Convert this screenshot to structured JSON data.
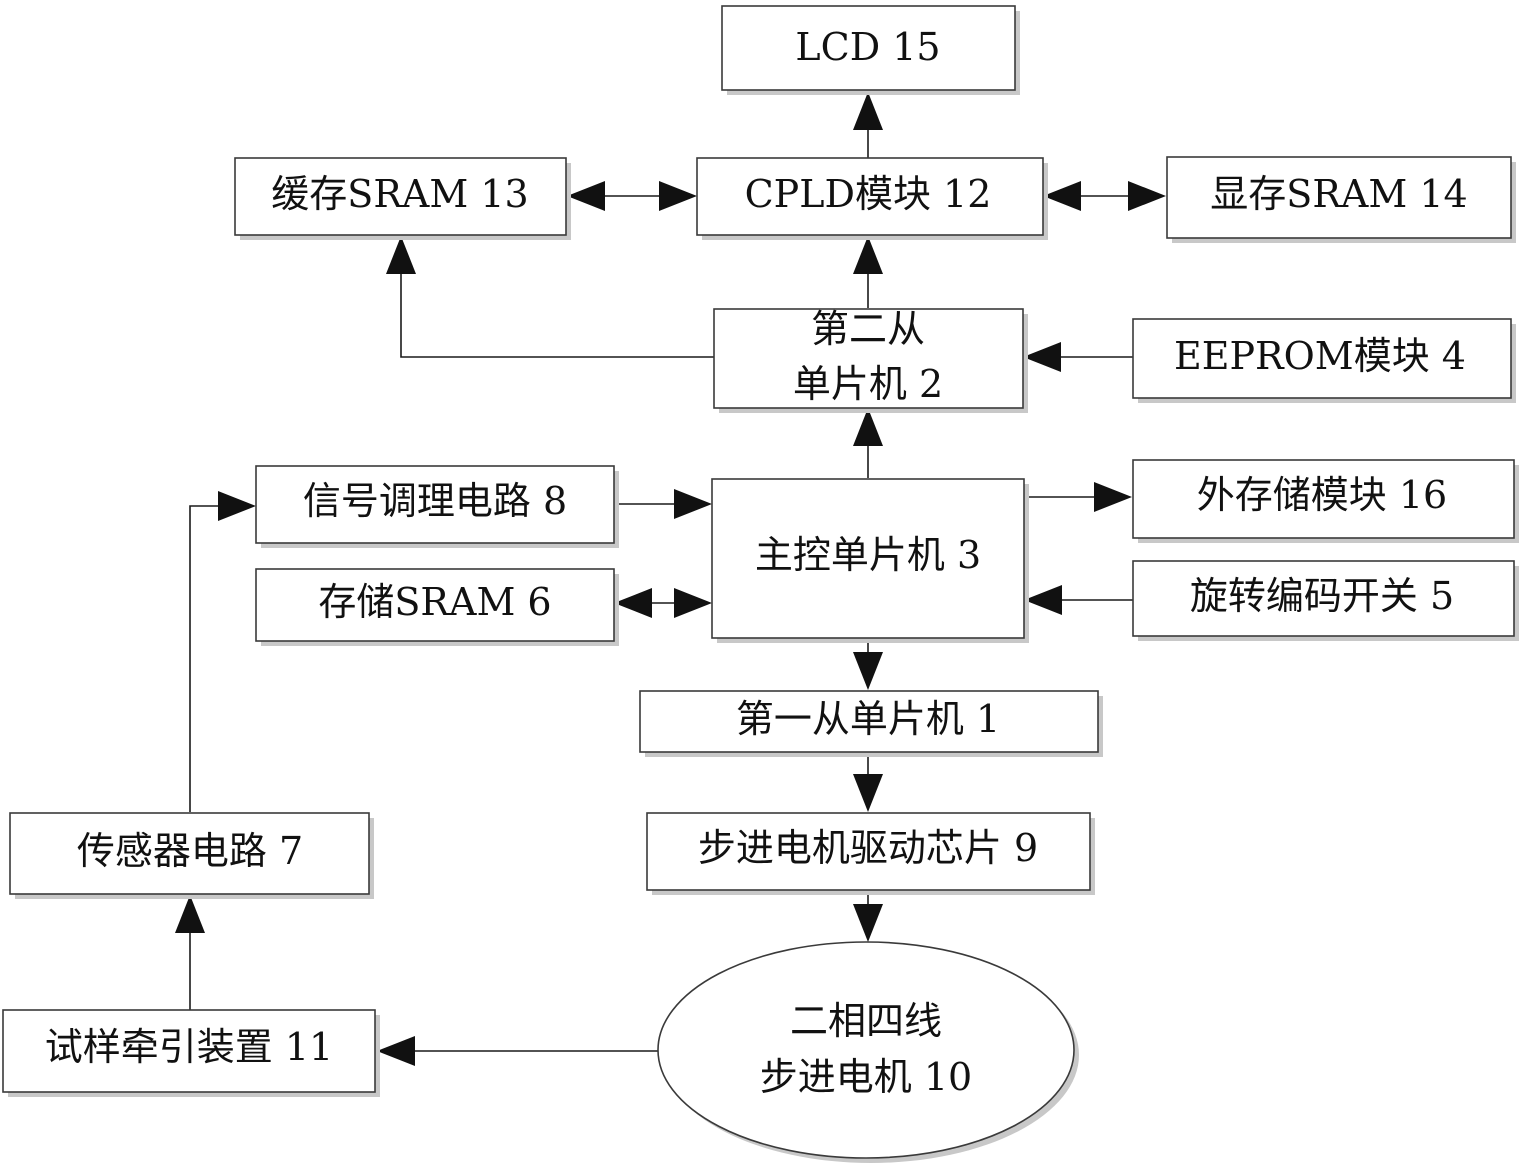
{
  "blocks": {
    "lcd": "LCD 15",
    "cpld": "CPLD模块 12",
    "cache_sram": "缓存SRAM 13",
    "display_sram": "显存SRAM 14",
    "second_slave_line1": "第二从",
    "second_slave_line2": "单片机 2",
    "eeprom": "EEPROM模块 4",
    "signal_cond": "信号调理电路 8",
    "main_mcu": "主控单片机 3",
    "ext_storage": "外存储模块 16",
    "storage_sram": "存储SRAM 6",
    "rotary_switch": "旋转编码开关 5",
    "first_slave": "第一从单片机 1",
    "stepper_driver": "步进电机驱动芯片 9",
    "sensor": "传感器电路 7",
    "sample_pull": "试样牵引装置 11",
    "motor_line1": "二相四线",
    "motor_line2": "步进电机 10"
  }
}
